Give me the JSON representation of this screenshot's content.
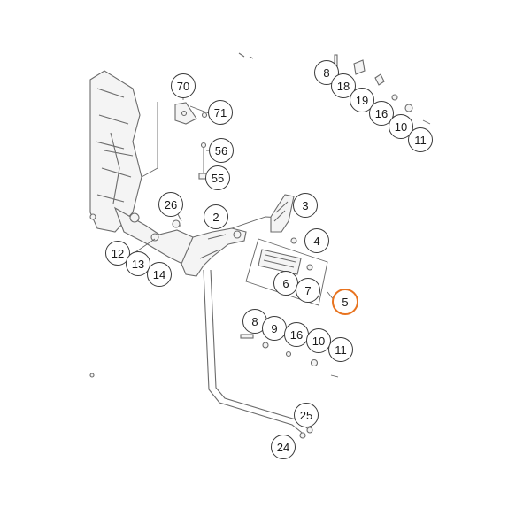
{
  "diagram": {
    "highlight_color": "#e8731f",
    "callouts": [
      {
        "id": "c70",
        "label": "70"
      },
      {
        "id": "c71",
        "label": "71"
      },
      {
        "id": "c56",
        "label": "56"
      },
      {
        "id": "c55",
        "label": "55"
      },
      {
        "id": "c26",
        "label": "26"
      },
      {
        "id": "c2",
        "label": "2"
      },
      {
        "id": "c3",
        "label": "3"
      },
      {
        "id": "c4",
        "label": "4"
      },
      {
        "id": "c6",
        "label": "6"
      },
      {
        "id": "c7",
        "label": "7"
      },
      {
        "id": "c5",
        "label": "5",
        "highlighted": true
      },
      {
        "id": "c12",
        "label": "12"
      },
      {
        "id": "c13",
        "label": "13"
      },
      {
        "id": "c14",
        "label": "14"
      },
      {
        "id": "c8a",
        "label": "8"
      },
      {
        "id": "c18",
        "label": "18"
      },
      {
        "id": "c19",
        "label": "19"
      },
      {
        "id": "c16a",
        "label": "16"
      },
      {
        "id": "c10a",
        "label": "10"
      },
      {
        "id": "c11a",
        "label": "11"
      },
      {
        "id": "c8b",
        "label": "8"
      },
      {
        "id": "c9",
        "label": "9"
      },
      {
        "id": "c16b",
        "label": "16"
      },
      {
        "id": "c10b",
        "label": "10"
      },
      {
        "id": "c11b",
        "label": "11"
      },
      {
        "id": "c25",
        "label": "25"
      },
      {
        "id": "c24",
        "label": "24"
      }
    ]
  }
}
